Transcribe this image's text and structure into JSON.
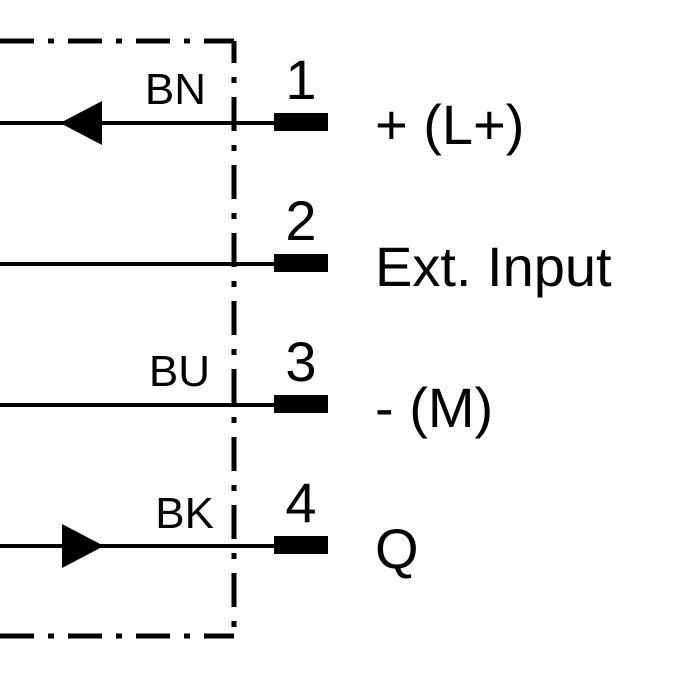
{
  "pins": [
    {
      "number": "1",
      "wire_code": "BN",
      "label": "+ (L+)",
      "arrow": "in"
    },
    {
      "number": "2",
      "wire_code": "",
      "label": "Ext. Input",
      "arrow": "none"
    },
    {
      "number": "3",
      "wire_code": "BU",
      "label": "- (M)",
      "arrow": "none"
    },
    {
      "number": "4",
      "wire_code": "BK",
      "label": "Q",
      "arrow": "out"
    }
  ],
  "colors": {
    "line": "#000000",
    "background": "#ffffff"
  }
}
